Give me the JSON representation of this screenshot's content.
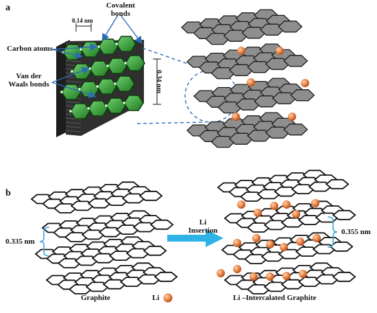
{
  "panel_a": {
    "letter": "a",
    "labels": {
      "bond_length": "0.14 nm",
      "covalent_line1": "Covalent",
      "covalent_line2": "bonds",
      "carbon_atoms": "Carbon atoms",
      "vdw_line1": "Van der",
      "vdw_line2": "Waals bonds",
      "interlayer": "0.34 nm"
    },
    "colors": {
      "graphene_green": "#2e9a2e",
      "stack_dark": "#2c2c2c",
      "layer_gray": "#8a8a8a",
      "atom_orange": "#e87a3a",
      "bond_blue": "#2b6cb5"
    }
  },
  "panel_b": {
    "letter": "b",
    "labels": {
      "graphite_spacing": "0.335 nm",
      "arrow_line1": "Li",
      "arrow_line2": "Insertion",
      "intercalated_spacing": "0.355 nm"
    },
    "captions": {
      "graphite": "Graphite",
      "li": "Li",
      "intercalated": "Li –Intercalated Graphite"
    },
    "colors": {
      "arrow": "#2fb3e6",
      "bracket": "#3aa7dc",
      "li_ion": "#e8874a"
    }
  }
}
